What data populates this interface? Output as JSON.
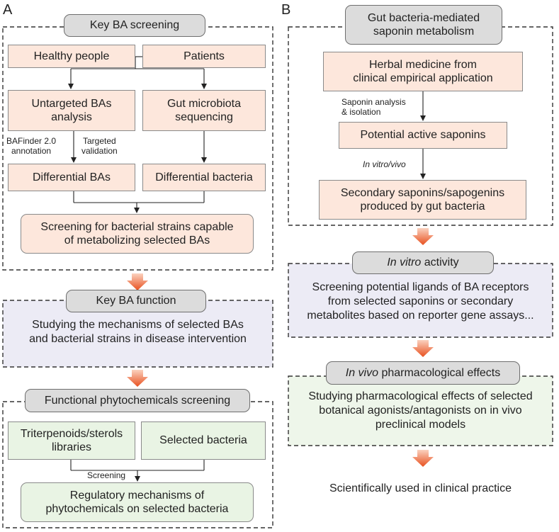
{
  "panel_a": {
    "letter": "A",
    "key_ba_screening": "Key BA screening",
    "healthy_people": "Healthy people",
    "patients": "Patients",
    "untargeted_bas": "Untargeted BAs\nanalysis",
    "gut_microbiota": "Gut microbiota\nsequencing",
    "bafinder_label": "BAFinder 2.0\nannotation",
    "targeted_label": "Targeted\nvalidation",
    "differential_bas": "Differential BAs",
    "differential_bacteria": "Differential bacteria",
    "screening_strains": "Screening for bacterial strains capable\nof metabolizing selected BAs",
    "key_ba_function": "Key BA function",
    "function_text": "Studying the mechanisms of selected BAs\nand bacterial strains in disease intervention",
    "functional_phyto": "Functional phytochemicals screening",
    "triterpenoids": "Triterpenoids/sterols\nlibraries",
    "selected_bacteria": "Selected bacteria",
    "screening_label": "Screening",
    "regulatory": "Regulatory mechanisms of\nphytochemicals  on selected bacteria"
  },
  "panel_b": {
    "letter": "B",
    "gut_saponin": "Gut bacteria-mediated\nsaponin metabolism",
    "herbal_medicine": "Herbal medicine from\nclinical empirical application",
    "saponin_analysis": "Saponin analysis\n& isolation",
    "potential_saponins": "Potential active saponins",
    "in_vitro_vivo": "In vitro/vivo",
    "secondary_saponins": "Secondary saponins/sapogenins\nproduced by gut bacteria",
    "in_vitro_italic": "In vitro",
    "activity": " activity",
    "ligands_text": "Screening potential ligands of BA receptors\nfrom selected saponins or secondary\nmetabolites based on reporter gene assays...",
    "in_vivo_italic": "In vivo",
    "pharm_effects": " pharmacological effects",
    "pharm_text": "Studying pharmacological effects of selected\nbotanical agonists/antagonists on in vivo\npreclinical models",
    "clinical": "Scientifically used in clinical practice"
  },
  "colors": {
    "peach_box": "#fde7dc",
    "green_box": "#e9f4e4",
    "lavender_panel": "#ecebf5",
    "green_panel": "#eef6ea",
    "header_gray": "#dcdcdc",
    "orange_arrow": "#e8501e"
  }
}
